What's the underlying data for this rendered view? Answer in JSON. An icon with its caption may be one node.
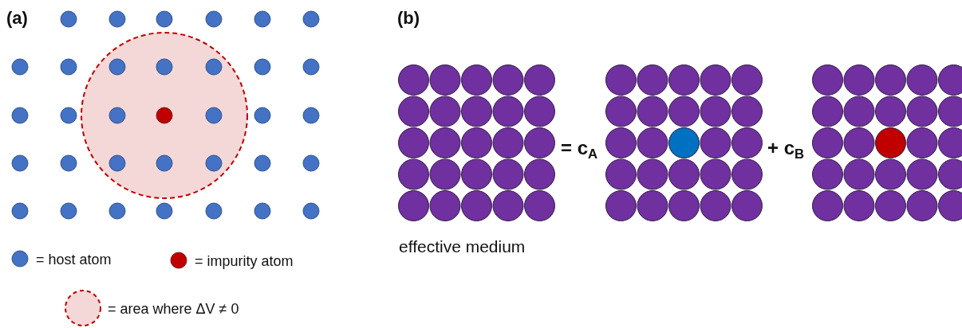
{
  "diagram": {
    "labels": [
      "(a)",
      "(b)",
      "= c$_{A}$",
      "+ c$_{B}$",
      "effective medium"
    ],
    "legend": [
      {
        "text": "= host atom",
        "color": "#4472c4"
      },
      {
        "text": "= impurity atom",
        "color": "#c00000"
      },
      {
        "text": "= area where ΔV ≠ 0",
        "color": "#f4d7d7"
      }
    ]
  }
}
